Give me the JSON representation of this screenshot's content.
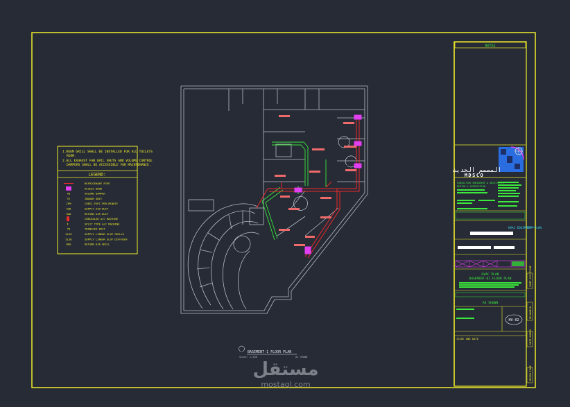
{
  "general_notes": [
    "1.ROOM GRILL SHALL BE INSTALLED FOR ALL TOILETS",
    "ROOM.",
    "2.ALL EXHAUST FAN GRIL SHUTS AND VOLUME CONTROL",
    "DAMPERS SHALL BE ACCESSIBLE FOR MAINTENANCE."
  ],
  "legend": {
    "title": "LEGEND:",
    "items": [
      {
        "symbol": "",
        "text": "REFRIGERANT PIPE"
      },
      {
        "symbol": "",
        "text": "ACCESS DOOR"
      },
      {
        "symbol": "VD",
        "text": "VOLUME DAMPER"
      },
      {
        "symbol": "TE",
        "text": "INDOOR UNIT"
      },
      {
        "symbol": "CFM",
        "text": "CUBIC-FEET-PER-MINUTE"
      },
      {
        "symbol": "SAD",
        "text": "SUPPLY AIR DUCT"
      },
      {
        "symbol": "RAD",
        "text": "RETURN AIR DUCT"
      },
      {
        "symbol": "",
        "text": "CONCEALED A/C MACHINE"
      },
      {
        "symbol": "",
        "text": "SPLIT TYPE A/C MACHINE"
      },
      {
        "symbol": "TD",
        "text": "TRANSFER DUCT"
      },
      {
        "symbol": "SLSG",
        "text": "SUPPLY LINEAR SLOT GRILLE"
      },
      {
        "symbol": "SLSD",
        "text": "SUPPLY LINEAR SLOT DIFFUSER"
      },
      {
        "symbol": "RAG",
        "text": "RETURN AIR GRILL"
      }
    ]
  },
  "plan": {
    "caption": "BASEMENT-1 FLOOR PLAN",
    "subcaption": "SCALE: 1/100",
    "scale": "AS SHOWN"
  },
  "side_note": "HVAC EQUIPMENT PLAN",
  "title_block": {
    "notes_header": "NOTES",
    "logo_arabic": "المصمم الحديث",
    "logo_latin": "MDSCO",
    "company_lines": [
      "CONSULTING ENGINEERS & ARCHITECTS",
      "DESIGN & SUPERVISION"
    ],
    "drawing_title": "HVAC PLAN",
    "drawing_subtitle": "BASEMENT-01 FLOOR PLAN",
    "scale": "AS SHOWN",
    "sheet_no": "HV-02",
    "footer": "ISSUE AND DATE",
    "vertical_labels": [
      "SHEET DISCIPLINE",
      "MECHANICAL",
      "SHEET NUMBER",
      "DESIGN STAGE"
    ]
  },
  "watermark": {
    "arabic": "مستقل",
    "latin": "mostaql.com"
  }
}
